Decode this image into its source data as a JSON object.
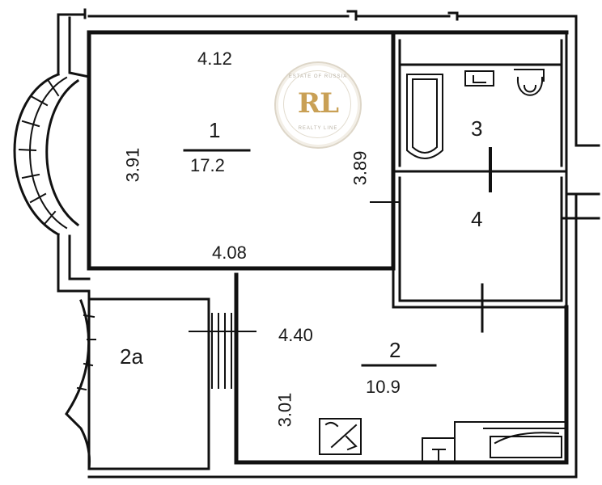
{
  "rooms": [
    {
      "number": "1",
      "area": "17.2"
    },
    {
      "number": "2",
      "area": "10.9"
    },
    {
      "number": "2a"
    },
    {
      "number": "3"
    },
    {
      "number": "4"
    }
  ],
  "dimensions": {
    "room1_top": "4.12",
    "room1_left": "3.91",
    "room1_right": "3.89",
    "room1_bottom": "4.08",
    "room2_top": "4.40",
    "room2_left": "3.01"
  },
  "logo": {
    "mark": "RL",
    "top_text": "ESTATE OF RUSSIA",
    "bottom_text": "REALTY LINE"
  },
  "colors": {
    "wall": "#111111",
    "logo_gold": "#c9a055"
  }
}
